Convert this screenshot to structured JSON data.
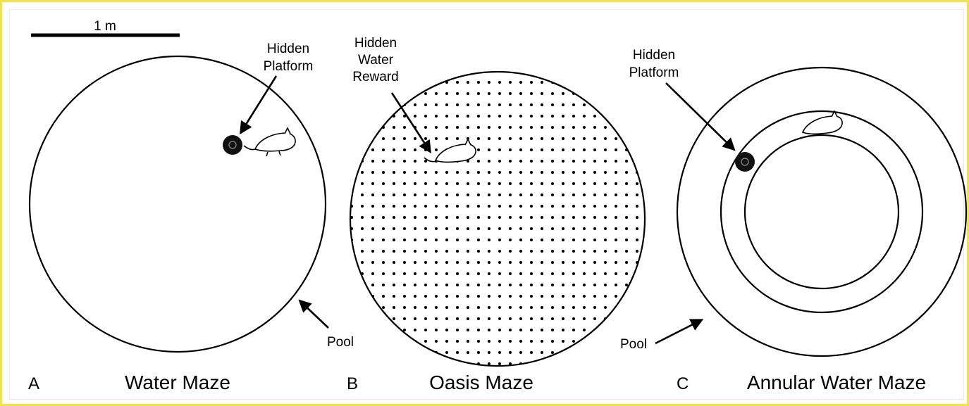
{
  "scale_bar": {
    "label": "1 m"
  },
  "panel_a": {
    "letter": "A",
    "caption": "Water Maze",
    "platform_label": [
      "Hidden",
      "Platform"
    ],
    "pool_label": "Pool"
  },
  "panel_b": {
    "letter": "B",
    "caption": "Oasis Maze",
    "reward_label": [
      "Hidden",
      "Water",
      "Reward"
    ]
  },
  "panel_c": {
    "letter": "C",
    "caption": "Annular Water Maze",
    "platform_label": [
      "Hidden",
      "Platform"
    ],
    "pool_label": "Pool"
  },
  "colors": {
    "frame_border": "#f2e24a",
    "ink": "#000000",
    "background": "#ffffff"
  }
}
